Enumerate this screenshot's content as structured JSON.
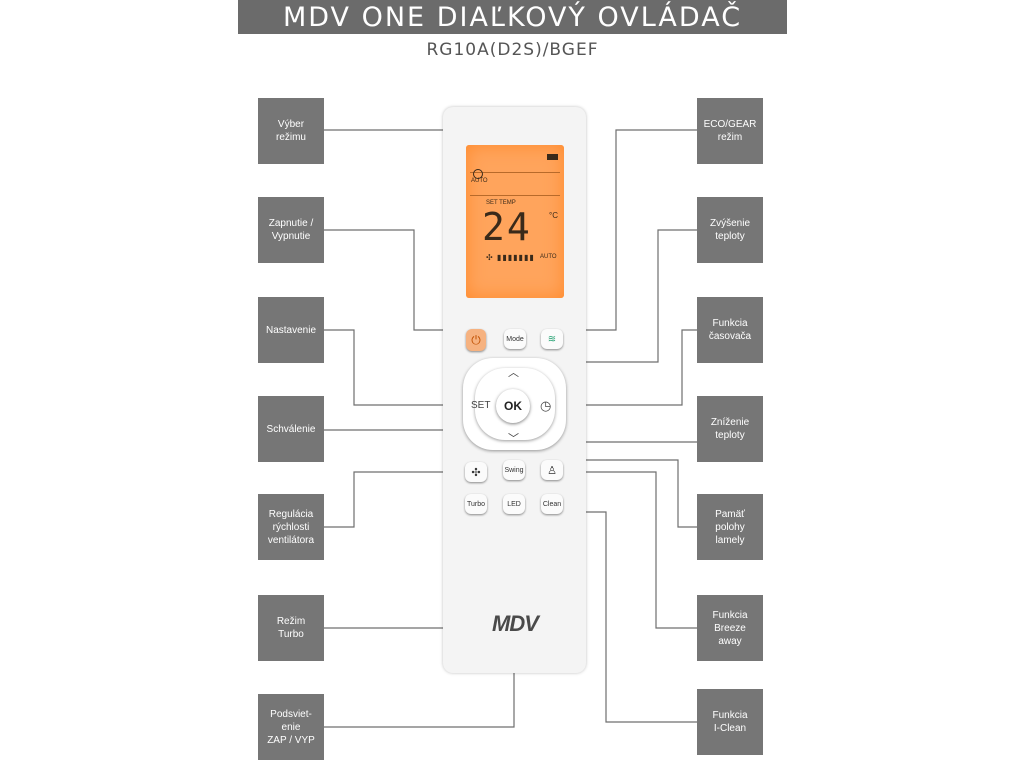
{
  "header": {
    "title": "MDV ONE DIAĽKOVÝ OVLÁDAČ",
    "model": "RG10A(D2S)/BGEF"
  },
  "labels_left": [
    {
      "id": "vyber-rezimu",
      "text": "Výber\nrežimu"
    },
    {
      "id": "zapnutie",
      "text": "Zapnutie /\nVypnutie"
    },
    {
      "id": "nastavenie",
      "text": "Nastavenie"
    },
    {
      "id": "schvalenie",
      "text": "Schválenie"
    },
    {
      "id": "regulacia",
      "text": "Regulácia\nrýchlosti\nventilátora"
    },
    {
      "id": "turbo",
      "text": "Režim\nTurbo"
    },
    {
      "id": "podsvietenie",
      "text": "Podsviet-\nenie\nZAP / VYP"
    }
  ],
  "labels_right": [
    {
      "id": "eco",
      "text": "ECO/GEAR\nrežim"
    },
    {
      "id": "zvysenie",
      "text": "Zvýšenie\nteploty"
    },
    {
      "id": "casovac",
      "text": "Funkcia\nčasovača"
    },
    {
      "id": "znizenie",
      "text": "Zníženie\nteploty"
    },
    {
      "id": "pamat",
      "text": "Pamäť\npolohy\nlamely"
    },
    {
      "id": "breeze",
      "text": "Funkcia\nBreeze\naway"
    },
    {
      "id": "iclean",
      "text": "Funkcia\nI-Clean"
    }
  ],
  "remote": {
    "display": {
      "auto_top": "AUTO",
      "set_temp": "SET TEMP",
      "temperature": "24",
      "unit": "°C",
      "fan_bars": "✣ ▮▮▮▮▮▮▮",
      "auto_fan": "AUTO"
    },
    "buttons": {
      "power": "⏻",
      "mode": "Mode",
      "eco": "≋",
      "set": "SET",
      "ok": "OK",
      "up": "︿",
      "down": "﹀",
      "timer": "◷",
      "fan": "✣",
      "swing": "Swing",
      "breeze": "♙",
      "turbo": "Turbo",
      "led": "LED",
      "clean": "Clean"
    },
    "brand": "MDV"
  },
  "colors": {
    "label_bg": "#767676",
    "title_bg": "#6b6b6b",
    "lcd": "#ffa45c"
  }
}
